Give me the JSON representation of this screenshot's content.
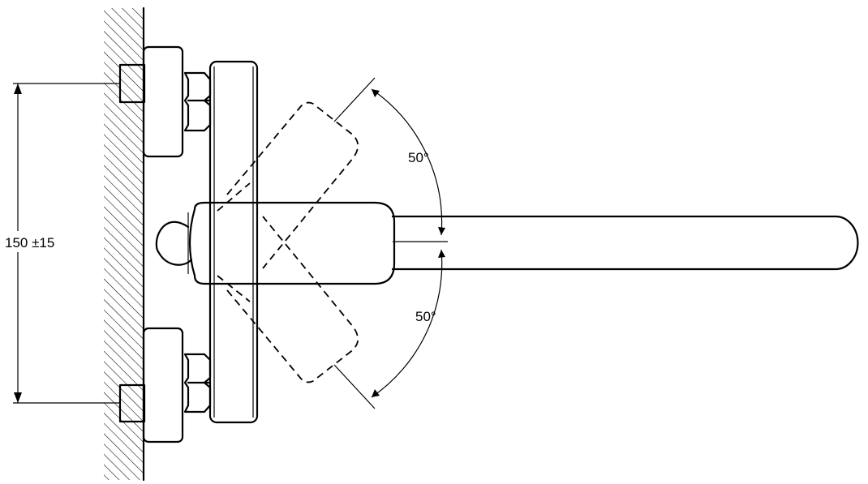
{
  "dimensions": {
    "height_label": "150 ±15",
    "angle_upper_label": "50°",
    "angle_lower_label": "50°"
  },
  "colors": {
    "line": "#000000",
    "background": "#ffffff"
  }
}
